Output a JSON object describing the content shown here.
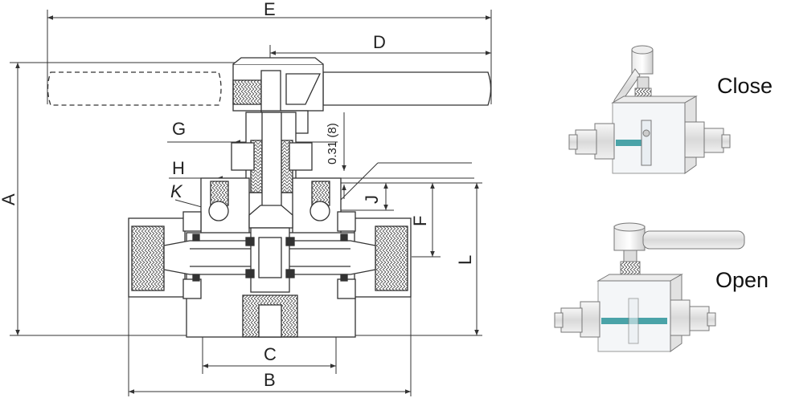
{
  "dimensions": {
    "E": "E",
    "D": "D",
    "A": "A",
    "G": "G",
    "H": "H",
    "K": "K",
    "J": "J",
    "F": "F",
    "L": "L",
    "C": "C",
    "B": "B",
    "stroke_label": "0.31 (8)"
  },
  "states": {
    "close": "Close",
    "open": "Open"
  },
  "colors": {
    "line": "#333333",
    "body_fill": "#f2f2f2",
    "indicator": "#4aa3a8"
  }
}
